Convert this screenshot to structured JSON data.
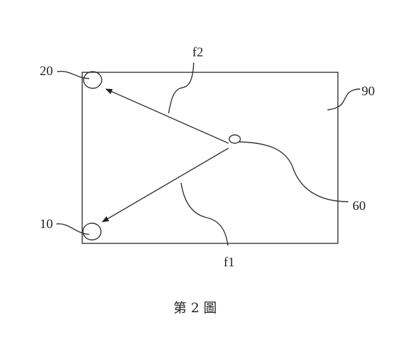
{
  "figure": {
    "caption": "第 2 圖",
    "labels": {
      "frame": "90",
      "element_20": "20",
      "element_10": "10",
      "source": "60",
      "path_f1": "f1",
      "path_f2": "f2"
    }
  }
}
